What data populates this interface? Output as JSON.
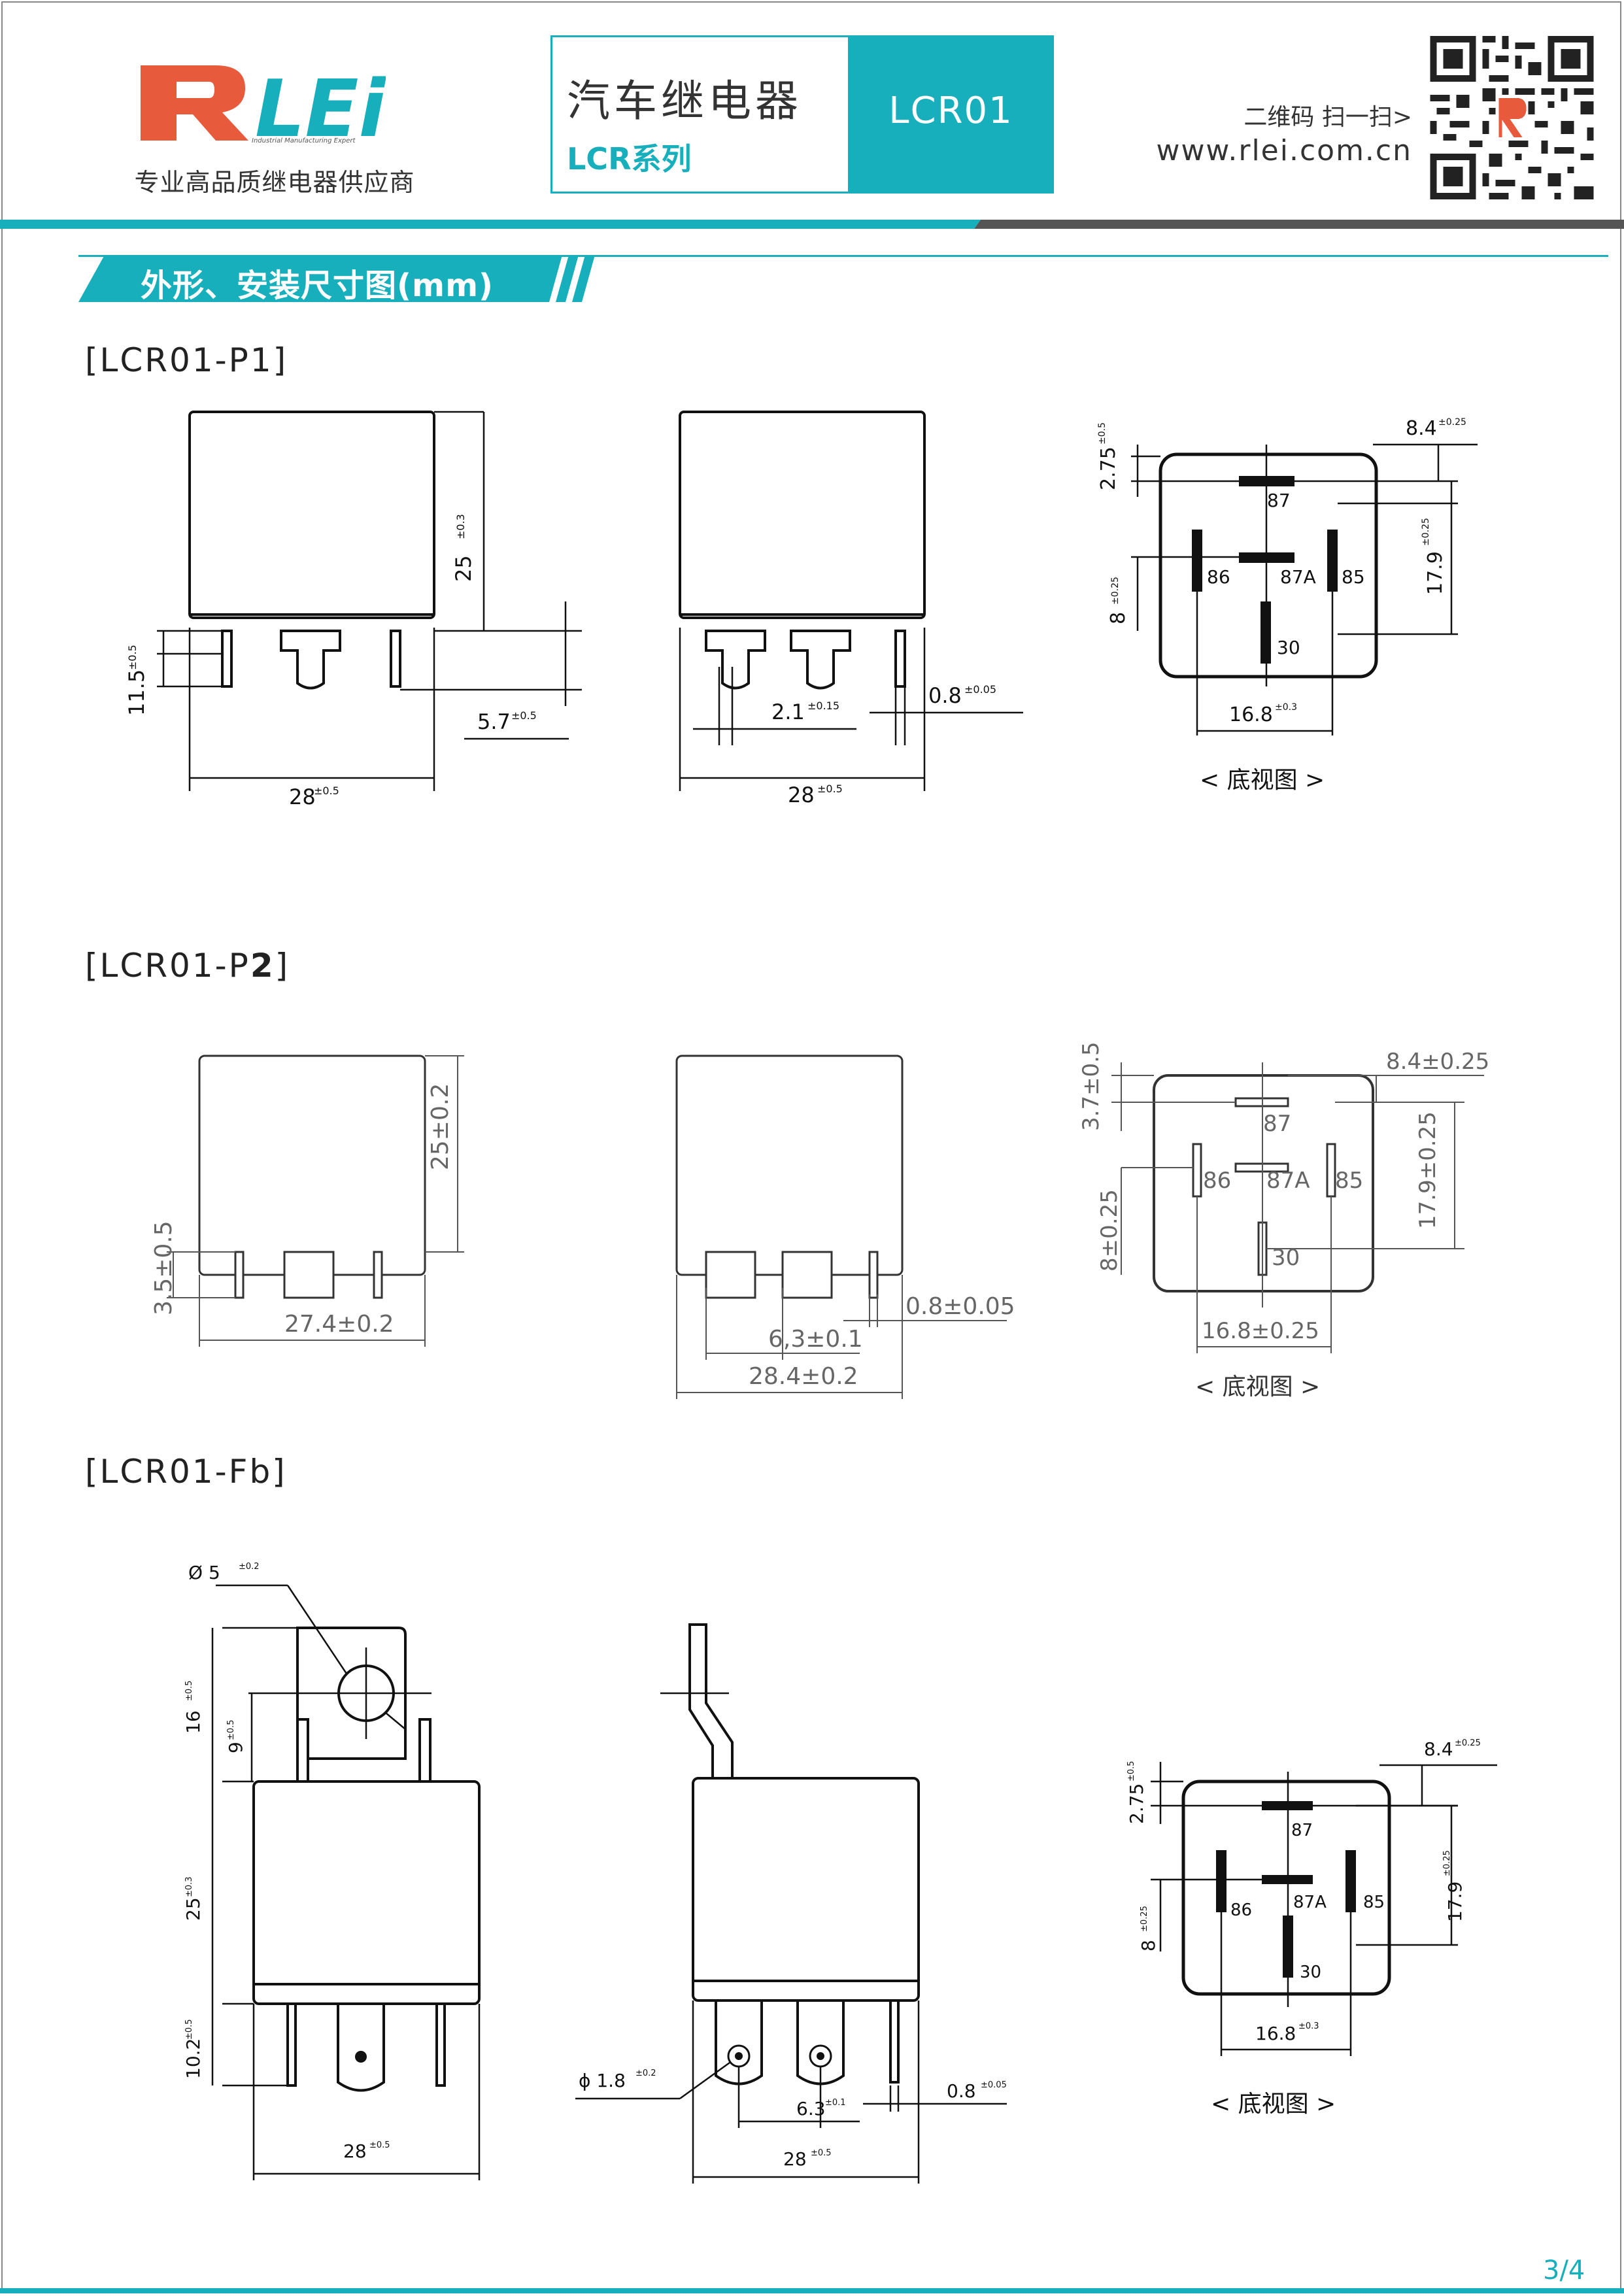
{
  "header": {
    "brand": "RLEi",
    "brand_small": "Industrial Manufacturing Expert",
    "tagline": "专业高品质继电器供应商",
    "title": "汽车继电器",
    "series": "LCR系列",
    "model": "LCR01",
    "qr_prompt": "二维码 扫一扫>",
    "url": "www.rlei.com.cn"
  },
  "section": {
    "title": "外形、安装尺寸图(mm)"
  },
  "p1": {
    "label": "[LCR01-P1]",
    "dims": {
      "height": "25",
      "height_tol": "±0.3",
      "pin_len": "11.5",
      "pin_len_tol": "±0.5",
      "pin_offset": "5.7",
      "pin_offset_tol": "±0.5",
      "width": "28",
      "width_tol": "±0.5",
      "pin_pitch": "2.1",
      "pin_pitch_tol": "±0.15",
      "pin_thick": "0.8",
      "pin_thick_tol": "±0.05",
      "width2": "28",
      "width2_tol": "±0.5"
    },
    "bottom": {
      "top_offset": "2.75",
      "top_offset_tol": "±0.5",
      "right_offset": "8.4",
      "right_offset_tol": "±0.25",
      "span": "17.9",
      "span_tol": "±0.25",
      "left_offset": "8",
      "left_offset_tol": "±0.25",
      "pin_span": "16.8",
      "pin_span_tol": "±0.3",
      "pins": [
        "87",
        "87A",
        "86",
        "85",
        "30"
      ],
      "caption": "< 底视图 >"
    }
  },
  "p2": {
    "label_prefix": "[LCR01-P",
    "label_bold": "2",
    "label_suffix": "]",
    "dims": {
      "height": "25±0.2",
      "pin_len": "3.5±0.5",
      "width": "27.4±0.2",
      "pin_thick": "0.8±0.05",
      "pin_pitch": "6,3±0.1",
      "width2": "28.4±0.2"
    },
    "bottom": {
      "top_offset": "3.7±0.5",
      "right_offset": "8.4±0.25",
      "span": "17.9±0.25",
      "left_offset": "8±0.25",
      "pin_span": "16.8±0.25",
      "pins": [
        "87",
        "87A",
        "86",
        "85",
        "30"
      ],
      "caption": "< 底视图 >"
    }
  },
  "fb": {
    "label": "[LCR01-Fb]",
    "dims": {
      "hole": "Ø 5",
      "hole_tol": "±0.2",
      "bracket_h": "16",
      "bracket_h_tol": "±0.5",
      "hole_h": "9",
      "hole_h_tol": "±0.5",
      "body_h": "25",
      "body_h_tol": "±0.3",
      "pin_len": "10.2",
      "pin_len_tol": "±0.5",
      "width": "28",
      "width_tol": "±0.5",
      "pin_hole": "ϕ 1.8",
      "pin_hole_tol": "±0.2",
      "pin_pitch": "6.3",
      "pin_pitch_tol": "±0.1",
      "pin_thick": "0.8",
      "pin_thick_tol": "±0.05",
      "width2": "28",
      "width2_tol": "±0.5"
    },
    "bottom": {
      "top_offset": "2.75",
      "top_offset_tol": "±0.5",
      "right_offset": "8.4",
      "right_offset_tol": "±0.25",
      "span": "17.9",
      "span_tol": "±0.25",
      "left_offset": "8",
      "left_offset_tol": "±0.25",
      "pin_span": "16.8",
      "pin_span_tol": "±0.3",
      "pins": [
        "87",
        "87A",
        "86",
        "85",
        "30"
      ],
      "caption": "< 底视图 >"
    }
  },
  "footer": {
    "page": "3/4"
  },
  "colors": {
    "accent": "#18afbd",
    "brand_red": "#e85a3c",
    "dark_rule": "#555555"
  }
}
